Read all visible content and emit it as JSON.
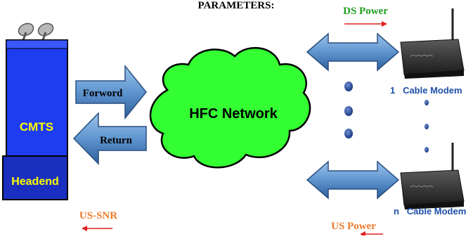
{
  "header": {
    "title": "PARAMETERS:"
  },
  "headend": {
    "cmts_label": "CMTS",
    "headend_label": "Headend"
  },
  "links": {
    "forward_label": "Forword",
    "return_label": "Return"
  },
  "network": {
    "label": "HFC Network"
  },
  "modems": {
    "top_label": "1   Cable Modem",
    "bottom_label": "n   Cable Modem"
  },
  "measures": {
    "ds_power": "DS Power",
    "us_power": "US Power",
    "us_snr": "US-SNR"
  },
  "colors": {
    "cmts_blue": "#1e3cf0",
    "headend_blue": "#1a2fbf",
    "cloud_green": "#33ff33",
    "arrow_blue": "#5f95cf",
    "ds_green": "#1ea01e",
    "us_orange": "#f07a2a",
    "label_yellow": "#ffff00",
    "modem_label_blue": "#1d4fa8"
  }
}
